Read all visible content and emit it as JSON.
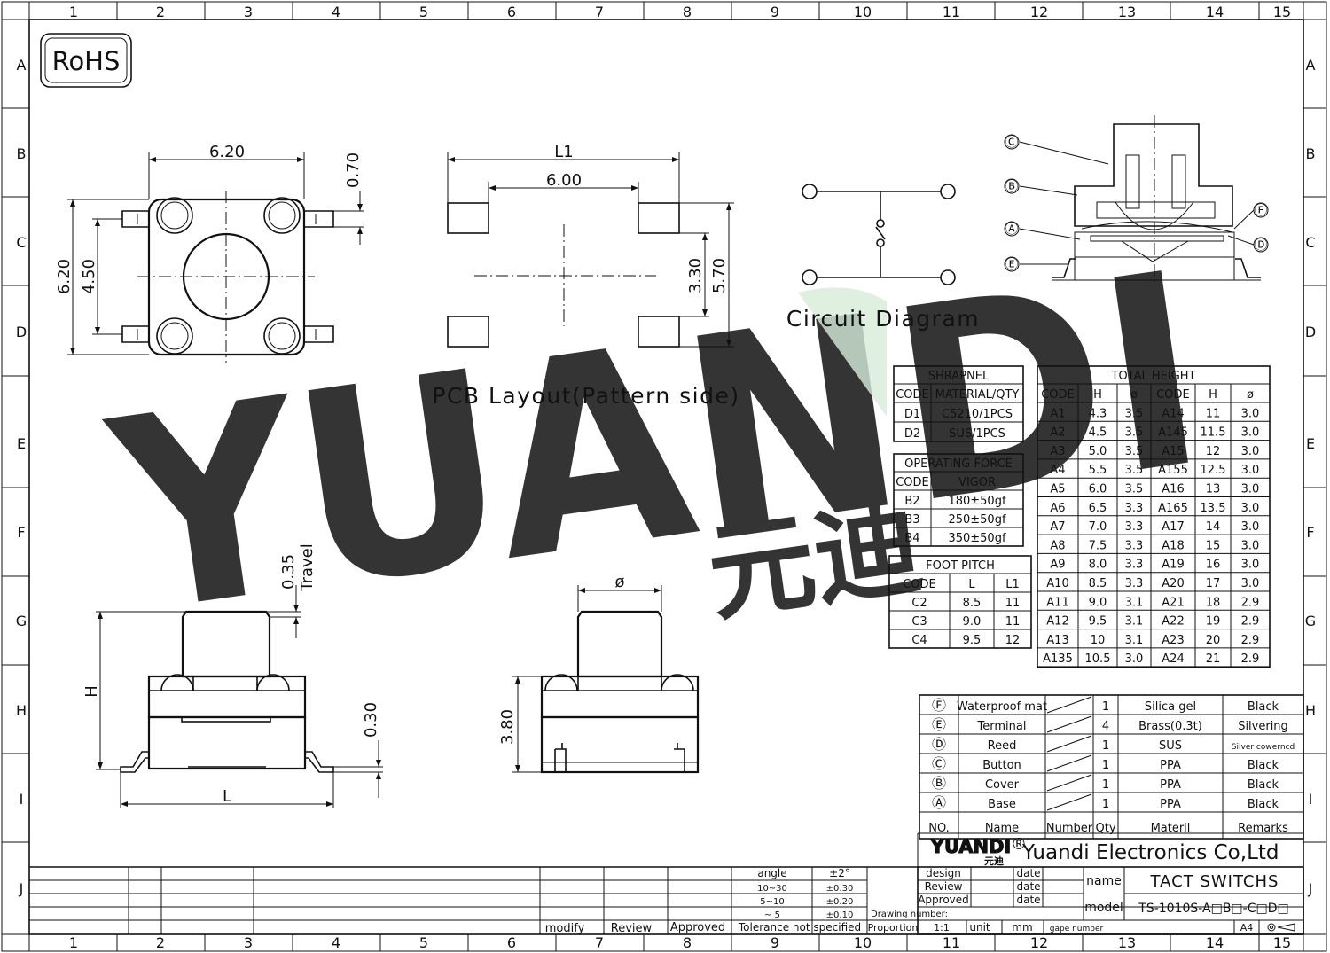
{
  "frame": {
    "columns": [
      "1",
      "2",
      "3",
      "4",
      "5",
      "6",
      "7",
      "8",
      "9",
      "10",
      "11",
      "12",
      "13",
      "14",
      "15"
    ],
    "rows": [
      "A",
      "B",
      "C",
      "D",
      "E",
      "F",
      "G",
      "H",
      "I",
      "J"
    ]
  },
  "rohs": "RoHS",
  "watermark": {
    "brand": "YUANDI",
    "chinese": "元迪",
    "colors": {
      "blue": "#b9d7ee",
      "green": "#bfe4c4"
    }
  },
  "top_view": {
    "width": "6.20",
    "height": "6.20",
    "pin_span": "4.50",
    "pin_width": "0.70"
  },
  "pcb_layout": {
    "title": "PCB Layout(Pattern side)",
    "l1": "L1",
    "pitch": "6.00",
    "pad_gap": "3.30",
    "pad_span": "5.70"
  },
  "circuit": {
    "title": "Circuit Diagram"
  },
  "section_callouts": [
    "Ⓒ",
    "Ⓑ",
    "Ⓐ",
    "Ⓔ",
    "Ⓕ",
    "Ⓓ"
  ],
  "side_view": {
    "travel_value": "0.35",
    "travel_label": "Travel",
    "height_label": "H",
    "thickness": "0.30",
    "length_label": "L"
  },
  "front_view": {
    "diameter": "ø",
    "body_height": "3.80"
  },
  "shrapnel": {
    "title": "SHRAPNEL",
    "headers": [
      "CODE",
      "MATERIAL/QTY"
    ],
    "rows": [
      [
        "D1",
        "C5210/1PCS"
      ],
      [
        "D2",
        "SUS/1PCS"
      ]
    ]
  },
  "operating_force": {
    "title": "OPERATING FORCE",
    "headers": [
      "CODE",
      "VIGOR"
    ],
    "rows": [
      [
        "B2",
        "180±50gf"
      ],
      [
        "B3",
        "250±50gf"
      ],
      [
        "B4",
        "350±50gf"
      ]
    ]
  },
  "foot_pitch": {
    "title": "FOOT PITCH",
    "headers": [
      "CODE",
      "L",
      "L1"
    ],
    "rows": [
      [
        "C2",
        "8.5",
        "11"
      ],
      [
        "C3",
        "9.0",
        "11"
      ],
      [
        "C4",
        "9.5",
        "12"
      ]
    ]
  },
  "total_height": {
    "title": "TOTAL HEIGHT",
    "headers": [
      "CODE",
      "H",
      "ø",
      "CODE",
      "H",
      "ø"
    ],
    "rows": [
      [
        "A1",
        "4.3",
        "3.5",
        "A14",
        "11",
        "3.0"
      ],
      [
        "A2",
        "4.5",
        "3.5",
        "A145",
        "11.5",
        "3.0"
      ],
      [
        "A3",
        "5.0",
        "3.5",
        "A15",
        "12",
        "3.0"
      ],
      [
        "A4",
        "5.5",
        "3.5",
        "A155",
        "12.5",
        "3.0"
      ],
      [
        "A5",
        "6.0",
        "3.5",
        "A16",
        "13",
        "3.0"
      ],
      [
        "A6",
        "6.5",
        "3.3",
        "A165",
        "13.5",
        "3.0"
      ],
      [
        "A7",
        "7.0",
        "3.3",
        "A17",
        "14",
        "3.0"
      ],
      [
        "A8",
        "7.5",
        "3.3",
        "A18",
        "15",
        "3.0"
      ],
      [
        "A9",
        "8.0",
        "3.3",
        "A19",
        "16",
        "3.0"
      ],
      [
        "A10",
        "8.5",
        "3.3",
        "A20",
        "17",
        "3.0"
      ],
      [
        "A11",
        "9.0",
        "3.1",
        "A21",
        "18",
        "2.9"
      ],
      [
        "A12",
        "9.5",
        "3.1",
        "A22",
        "19",
        "2.9"
      ],
      [
        "A13",
        "10",
        "3.1",
        "A23",
        "20",
        "2.9"
      ],
      [
        "A135",
        "10.5",
        "3.0",
        "A24",
        "21",
        "2.9"
      ]
    ]
  },
  "bom": {
    "rows": [
      [
        "Ⓕ",
        "Waterproof mat",
        "",
        "1",
        "Silica gel",
        "Black"
      ],
      [
        "Ⓔ",
        "Terminal",
        "",
        "4",
        "Brass(0.3t)",
        "Silvering"
      ],
      [
        "Ⓓ",
        "Reed",
        "",
        "1",
        "SUS",
        "Silver cowerncd"
      ],
      [
        "Ⓒ",
        "Button",
        "",
        "1",
        "PPA",
        "Black"
      ],
      [
        "Ⓑ",
        "Cover",
        "",
        "1",
        "PPA",
        "Black"
      ],
      [
        "Ⓐ",
        "Base",
        "",
        "1",
        "PPA",
        "Black"
      ]
    ],
    "headers": [
      "NO.",
      "Name",
      "Number",
      "Qty",
      "Materil",
      "Remarks"
    ]
  },
  "title_block": {
    "logo": "YUANDI",
    "logo_reg": "®",
    "logo_cn": "元迪",
    "company": "Yuandi Electronics Co,Ltd",
    "design": "design",
    "review": "Review",
    "approved": "Approved",
    "date": "date",
    "name_label": "name",
    "name_value": "TACT SWITCHS",
    "model_label": "model",
    "model_value": "TS-1010S-A□B□-C□D□",
    "drawing_number": "Drawing number:",
    "proportion": "Proportion",
    "scale": "1:1",
    "unit": "unit",
    "mm": "mm",
    "page_number": "gape number",
    "paper": "A4",
    "tolerance": {
      "headers": [
        "angle",
        "±2°"
      ],
      "rows": [
        [
          "10~30",
          "±0.30"
        ],
        [
          "5~10",
          "±0.20"
        ],
        [
          "~ 5",
          "±0.10"
        ]
      ],
      "footer": "Tolerance not specified"
    },
    "revision": [
      "modify",
      "Review",
      "Approved"
    ]
  }
}
